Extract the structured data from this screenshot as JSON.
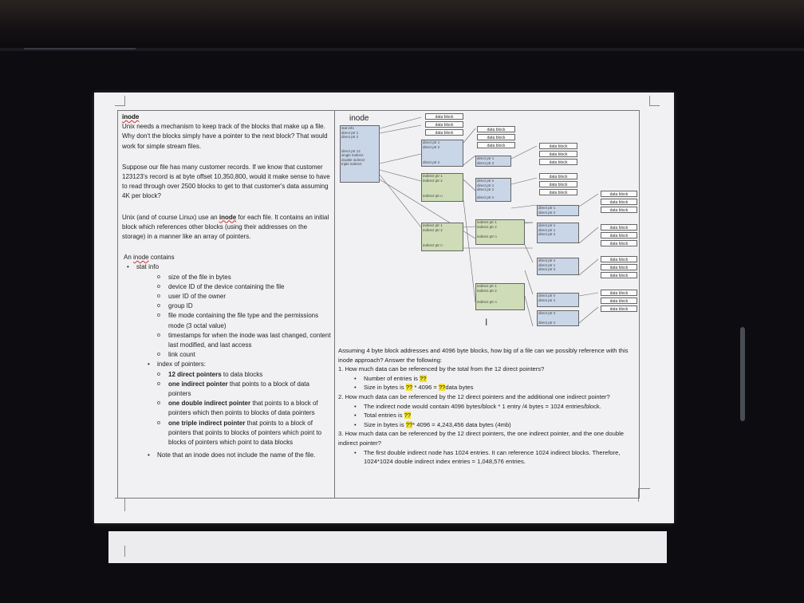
{
  "left": {
    "heading": "inode",
    "p1": "Unix needs a mechanism to keep track of the blocks that make up a file. Why don't the blocks simply have a pointer to the next block? That would work for simple stream files.",
    "p2": "Suppose our file has many customer records. If we know that customer 123123's record is at byte offset 10,350,800, would it make sense to have to read through over 2500 blocks to get to that customer's data assuming 4K per block?",
    "p3a": "Unix (and of course Linux) use an ",
    "p3b": "inode",
    "p3c": " for each file. It contains an initial block which references other blocks (using their addresses on the storage) in a manner like an array of pointers.",
    "contains_a": "An ",
    "contains_b": "inode",
    "contains_c": " contains",
    "stat_info": "stat info",
    "stat_items": [
      "size of the file in bytes",
      "device ID of the device containing the file",
      "user ID of the owner",
      "group ID",
      "file mode containing the file type and the permissions mode (3 octal value)",
      "timestamps for when the inode was last changed, content last modified, and last access",
      "link count"
    ],
    "index_label": "index of pointers:",
    "idx1_b": "12 direct pointers",
    "idx1_r": " to data blocks",
    "idx2_b": "one indirect pointer",
    "idx2_r": " that points to a block of data pointers",
    "idx3_b": "one double indirect pointer",
    "idx3_r": " that points to a block of pointers which then points to blocks of data pointers",
    "idx4_b": "one triple indirect pointer",
    "idx4_r": " that points to a block of pointers that points to blocks of pointers which point to blocks of pointers which point to data blocks",
    "note": "Note that an inode does not include the name of the file."
  },
  "diagram": {
    "title": "inode",
    "inode_fields": [
      "stat info",
      "direct ptr 1",
      "direct ptr 2",
      "",
      "direct ptr 12",
      "single indirect",
      "double indirect",
      "triple indirect"
    ],
    "data_block": "data block",
    "direct1": "direct ptr 1",
    "direct2": "direct ptr 2",
    "directn": "direct ptr n",
    "ind1": "indirect ptr 1",
    "ind2": "indirect ptr 2",
    "indn": "indirect ptr n",
    "colors": {
      "blue": "#c9d6e8",
      "green": "#cfdcb8"
    }
  },
  "right": {
    "intro": "Assuming 4 byte block addresses and 4096 byte blocks, how big of a file can we possibly reference with this inode approach? Answer the following:",
    "q1": "1. How much data can be referenced by the total from the 12 direct pointers?",
    "q1a_text": "Number of entries is ",
    "q1b_text": "Size in bytes is ",
    "q1b_mid": " * 4096 = ",
    "q1b_end": "data bytes",
    "qq": "??",
    "q2": "2. How much data can be referenced by the 12 direct pointers and the additional one indirect pointer?",
    "q2a": "The indirect node would contain 4096 bytes/block * 1 entry /4 bytes = 1024 entries/block.",
    "q2b_text": "Total entries is ",
    "q2c_text": "Size in bytes is ",
    "q2c_end": "* 4096 = 4,243,456 data bytes (4mb)",
    "q3": "3. How much data can be referenced by the 12 direct pointers, the one indirect pointer, and the one double indirect pointer?",
    "q3a": "The first double indirect node has 1024 entries. It can reference 1024 indirect blocks. Therefore, 1024*1024 double indirect index entries = 1,048,576 entries."
  },
  "cursor_glyph": "I"
}
